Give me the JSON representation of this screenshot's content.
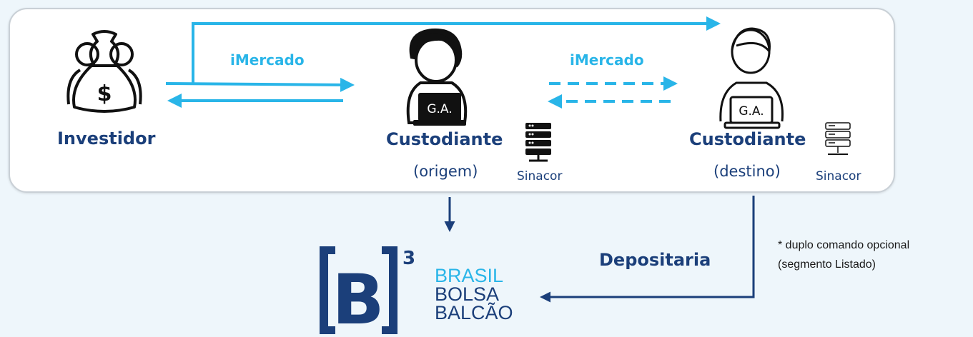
{
  "colors": {
    "flow": "#29b5e8",
    "navy": "#1b3f7a",
    "icon": "#111111",
    "brasil": "#29b5e8",
    "bolsa_balcao": "#1b3f7a"
  },
  "nodes": {
    "investidor": {
      "label": "Investidor",
      "icon": "investor-money-bag-icon"
    },
    "custodiante_origem": {
      "label": "Custodiante",
      "sublabel": "(origem)",
      "screen_text": "G.A.",
      "system": "Sinacor",
      "icon": "person-laptop-icon"
    },
    "custodiante_destino": {
      "label": "Custodiante",
      "sublabel": "(destino)",
      "screen_text": "G.A.",
      "system": "Sinacor",
      "icon": "person-laptop-outline-icon"
    }
  },
  "flows": {
    "imercado_1": "iMercado",
    "imercado_2": "iMercado",
    "depositaria": "Depositaria"
  },
  "note": {
    "line1": "* duplo comando opcional",
    "line2": "(segmento  Listado)"
  },
  "b3": {
    "superscript": "3",
    "letter": "B",
    "line1": "BRASIL",
    "line2": "BOLSA",
    "line3": "BALCÃO"
  }
}
